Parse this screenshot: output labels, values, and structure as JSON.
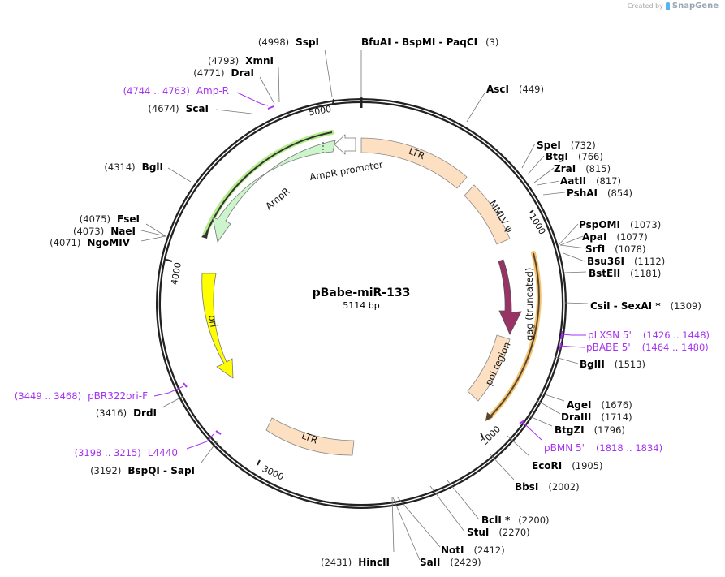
{
  "watermark": {
    "prefix": "Created by",
    "brand": "SnapGene"
  },
  "plasmid": {
    "name": "pBabe-miR-133",
    "length_label": "5114 bp",
    "length": 5114
  },
  "ticks": [
    {
      "pos": 1000,
      "label": "1000"
    },
    {
      "pos": 2000,
      "label": "2000"
    },
    {
      "pos": 3000,
      "label": "3000"
    },
    {
      "pos": 4000,
      "label": "4000"
    },
    {
      "pos": 5000,
      "label": "5000"
    }
  ],
  "features": [
    {
      "name": "LTR",
      "color": "#fde0c2"
    },
    {
      "name": "MMLV ψ",
      "color": "#fde0c2"
    },
    {
      "name": "gag (truncated)",
      "color": "#993366"
    },
    {
      "name": "pol region",
      "color": "#fde0c2"
    },
    {
      "name": "LTR",
      "color": "#fde0c2"
    },
    {
      "name": "ori",
      "color": "#ffff00"
    },
    {
      "name": "AmpR",
      "color": "#ccf5cc"
    },
    {
      "name": "AmpR promoter",
      "color": "#ffffff"
    }
  ],
  "restriction_sites": [
    {
      "name": "BfuAI",
      "extra1": "BspMI",
      "extra2": "PaqCI",
      "pos": "(3)"
    },
    {
      "name": "AscI",
      "pos": "(449)"
    },
    {
      "name": "SpeI",
      "pos": "(732)"
    },
    {
      "name": "BtgI",
      "pos": "(766)"
    },
    {
      "name": "ZraI",
      "pos": "(815)"
    },
    {
      "name": "AatII",
      "pos": "(817)"
    },
    {
      "name": "PshAI",
      "pos": "(854)"
    },
    {
      "name": "PspOMI",
      "pos": "(1073)"
    },
    {
      "name": "ApaI",
      "pos": "(1077)"
    },
    {
      "name": "SrfI",
      "pos": "(1078)"
    },
    {
      "name": "Bsu36I",
      "pos": "(1112)"
    },
    {
      "name": "BstEII",
      "pos": "(1181)"
    },
    {
      "name": "CsiI",
      "extra1": "SexAI *",
      "pos": "(1309)"
    },
    {
      "name": "BglII",
      "pos": "(1513)"
    },
    {
      "name": "AgeI",
      "pos": "(1676)"
    },
    {
      "name": "DraIII",
      "pos": "(1714)"
    },
    {
      "name": "BtgZI",
      "pos": "(1796)"
    },
    {
      "name": "EcoRI",
      "pos": "(1905)"
    },
    {
      "name": "BbsI",
      "pos": "(2002)"
    },
    {
      "name": "BclI *",
      "pos": "(2200)"
    },
    {
      "name": "StuI",
      "pos": "(2270)"
    },
    {
      "name": "NotI",
      "pos": "(2412)"
    },
    {
      "name": "SalI",
      "pos": "(2429)"
    },
    {
      "name": "HincII",
      "pos": "(2431)"
    },
    {
      "name": "BspQI",
      "extra1": "SapI",
      "pos": "(3192)"
    },
    {
      "name": "DrdI",
      "pos": "(3416)"
    },
    {
      "name": "NgoMIV",
      "pos": "(4071)"
    },
    {
      "name": "NaeI",
      "pos": "(4073)"
    },
    {
      "name": "FseI",
      "pos": "(4075)"
    },
    {
      "name": "BglI",
      "pos": "(4314)"
    },
    {
      "name": "ScaI",
      "pos": "(4674)"
    },
    {
      "name": "DraI",
      "pos": "(4771)"
    },
    {
      "name": "XmnI",
      "pos": "(4793)"
    },
    {
      "name": "SspI",
      "pos": "(4998)"
    }
  ],
  "primers": [
    {
      "name": "pLXSN 5'",
      "range": "(1426 .. 1448)"
    },
    {
      "name": "pBABE 5'",
      "range": "(1464 .. 1480)"
    },
    {
      "name": "pBMN 5'",
      "range": "(1818 .. 1834)"
    },
    {
      "name": "L4440",
      "range": "(3198 .. 3215)"
    },
    {
      "name": "pBR322ori-F",
      "range": "(3449 .. 3468)"
    },
    {
      "name": "Amp-R",
      "range": "(4744 .. 4763)"
    }
  ],
  "colors": {
    "backbone": "#222222",
    "primer": "#a633f2",
    "orf_amp": "#b5ec8a",
    "orf_gag": "#f5c46e"
  }
}
